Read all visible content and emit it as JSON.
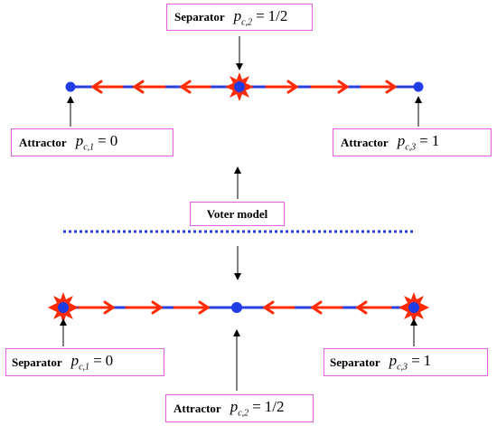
{
  "labels": {
    "top_separator": {
      "name": "Separator",
      "symbol": "p",
      "subscript": "c,2",
      "relation": "=",
      "value": "1/2"
    },
    "top_left_attractor": {
      "name": "Attractor",
      "symbol": "p",
      "subscript": "c,1",
      "relation": "=",
      "value": "0"
    },
    "top_right_attractor": {
      "name": "Attractor",
      "symbol": "p",
      "subscript": "c,3",
      "relation": "=",
      "value": "1"
    },
    "voter_model": "Voter model",
    "bottom_left_separator": {
      "name": "Separator",
      "symbol": "p",
      "subscript": "c,1",
      "relation": "=",
      "value": "0"
    },
    "bottom_right_separator": {
      "name": "Separator",
      "symbol": "p",
      "subscript": "c,3",
      "relation": "=",
      "value": "1"
    },
    "bottom_attractor": {
      "name": "Attractor",
      "symbol": "p",
      "subscript": "c,2",
      "relation": "=",
      "value": "1/2"
    }
  },
  "colors": {
    "line": "#2a3fe0",
    "dot": "#1f3ce6",
    "arrow": "#ff2a00",
    "star": "#ff2a00",
    "box_border": "#e060e0",
    "dotted_line": "#2a3fe0"
  }
}
